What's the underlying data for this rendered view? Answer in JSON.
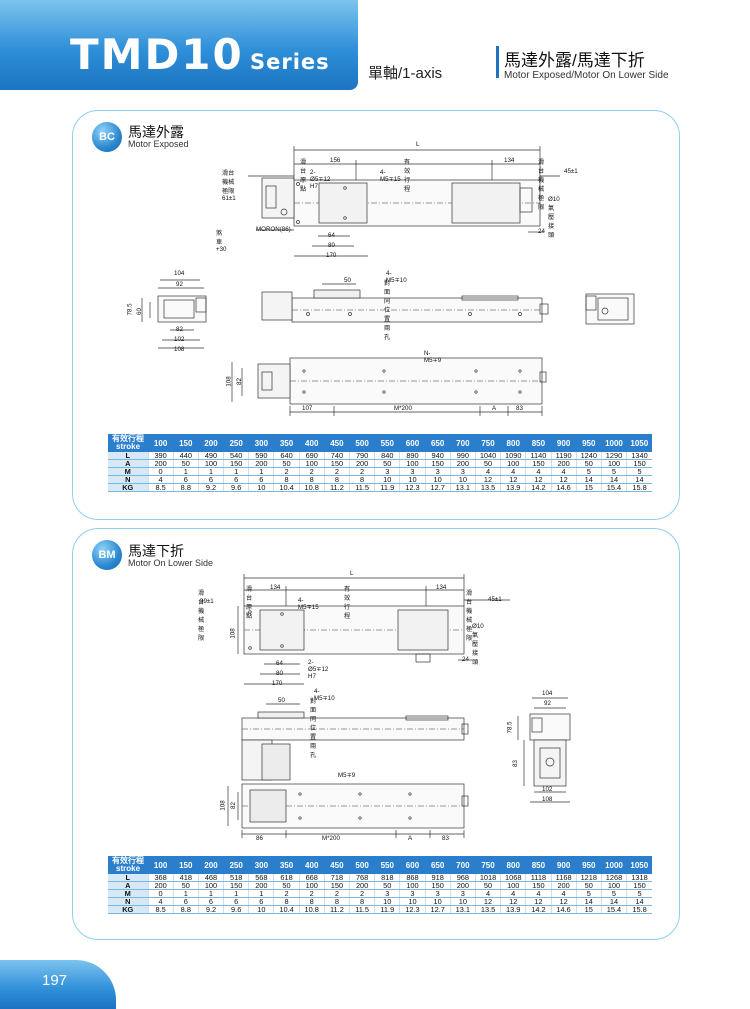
{
  "header": {
    "model": "TMD10",
    "series": "Series",
    "axis": "單軸/1-axis",
    "title_cn": "馬達外露/馬達下折",
    "title_en": "Motor Exposed/Motor On Lower Side"
  },
  "colors": {
    "accent": "#1c74c2",
    "light_accent": "#8fd0ee",
    "label_bg": "#d7e9f6"
  },
  "section_bc": {
    "badge": "BC",
    "title_cn": "馬達外露",
    "title_en": "Motor Exposed",
    "dims": {
      "limit_left": "滑台機械極限61±1",
      "origin": "滑台原點",
      "origin_val": "156",
      "stroke": "有效行程",
      "right_val": "134",
      "limit_right": "滑台機械極限",
      "limit_right_val": "45±1",
      "L": "L",
      "dowel": "2-Ø5∓12 H7",
      "tap_top": "4-M5∓15",
      "air_port": "Ø10氣壓接頭",
      "brake": "煞車+30",
      "moron": "MORON(86)",
      "d64": "64",
      "d80": "80",
      "d170": "170",
      "d24": "24",
      "d104": "104",
      "d92": "92",
      "d785": "78.5",
      "d60": "60",
      "d82": "82",
      "d102": "102",
      "d108": "108",
      "d50": "50",
      "tap_side": "4-M5∓10",
      "tap_side_note": "對面同位置兩孔",
      "nm": "N-M5∓9",
      "d108v": "108",
      "d82v": "82",
      "d107": "107",
      "m200": "M*200",
      "a": "A",
      "d83": "83"
    },
    "table": {
      "head_cn": "有效行程",
      "head_en": "stroke",
      "strokes": [
        "100",
        "150",
        "200",
        "250",
        "300",
        "350",
        "400",
        "450",
        "500",
        "550",
        "600",
        "650",
        "700",
        "750",
        "800",
        "850",
        "900",
        "950",
        "1000",
        "1050"
      ],
      "rows": [
        {
          "label": "L",
          "values": [
            "390",
            "440",
            "490",
            "540",
            "590",
            "640",
            "690",
            "740",
            "790",
            "840",
            "890",
            "940",
            "990",
            "1040",
            "1090",
            "1140",
            "1190",
            "1240",
            "1290",
            "1340"
          ]
        },
        {
          "label": "A",
          "values": [
            "200",
            "50",
            "100",
            "150",
            "200",
            "50",
            "100",
            "150",
            "200",
            "50",
            "100",
            "150",
            "200",
            "50",
            "100",
            "150",
            "200",
            "50",
            "100",
            "150"
          ]
        },
        {
          "label": "M",
          "values": [
            "0",
            "1",
            "1",
            "1",
            "1",
            "2",
            "2",
            "2",
            "2",
            "3",
            "3",
            "3",
            "3",
            "4",
            "4",
            "4",
            "4",
            "5",
            "5",
            "5"
          ]
        },
        {
          "label": "N",
          "values": [
            "4",
            "6",
            "6",
            "6",
            "6",
            "8",
            "8",
            "8",
            "8",
            "10",
            "10",
            "10",
            "10",
            "12",
            "12",
            "12",
            "12",
            "14",
            "14",
            "14"
          ]
        },
        {
          "label": "KG",
          "values": [
            "8.5",
            "8.8",
            "9.2",
            "9.6",
            "10",
            "10.4",
            "10.8",
            "11.2",
            "11.5",
            "11.9",
            "12.3",
            "12.7",
            "13.1",
            "13.5",
            "13.9",
            "14.2",
            "14.6",
            "15",
            "15.4",
            "15.8"
          ]
        }
      ]
    }
  },
  "section_bm": {
    "badge": "BM",
    "title_cn": "馬達下折",
    "title_en": "Motor On Lower Side",
    "dims": {
      "L": "L",
      "limit_left": "滑台機械極限",
      "limit_left_val": "39±1",
      "origin": "滑台原點",
      "origin_val": "134",
      "stroke": "有效行程",
      "right_val": "134",
      "limit_right": "滑台機械極限",
      "limit_right_val": "45±1",
      "tap_top": "4-M5∓15",
      "air_port": "Ø10氣壓接頭",
      "d108": "108",
      "d64": "64",
      "dowel": "2-Ø5∓12 H7",
      "d80": "80",
      "d170": "170",
      "d24": "24",
      "tap_side": "4-M5∓10",
      "tap_side_note": "對面同位置兩孔",
      "d50": "50",
      "m5": "M5∓9",
      "d108v": "108",
      "d82v": "82",
      "d86": "86",
      "m200": "M*200",
      "a": "A",
      "d83": "83",
      "d104": "104",
      "d92": "92",
      "d785": "78.5",
      "d83b": "83",
      "d102": "102",
      "d108b": "108"
    },
    "table": {
      "head_cn": "有效行程",
      "head_en": "stroke",
      "strokes": [
        "100",
        "150",
        "200",
        "250",
        "300",
        "350",
        "400",
        "450",
        "500",
        "550",
        "600",
        "650",
        "700",
        "750",
        "800",
        "850",
        "900",
        "950",
        "1000",
        "1050"
      ],
      "rows": [
        {
          "label": "L",
          "values": [
            "368",
            "418",
            "468",
            "518",
            "568",
            "618",
            "668",
            "718",
            "768",
            "818",
            "868",
            "918",
            "968",
            "1018",
            "1068",
            "1118",
            "1168",
            "1218",
            "1268",
            "1318"
          ]
        },
        {
          "label": "A",
          "values": [
            "200",
            "50",
            "100",
            "150",
            "200",
            "50",
            "100",
            "150",
            "200",
            "50",
            "100",
            "150",
            "200",
            "50",
            "100",
            "150",
            "200",
            "50",
            "100",
            "150"
          ]
        },
        {
          "label": "M",
          "values": [
            "0",
            "1",
            "1",
            "1",
            "1",
            "2",
            "2",
            "2",
            "2",
            "3",
            "3",
            "3",
            "3",
            "4",
            "4",
            "4",
            "4",
            "5",
            "5",
            "5"
          ]
        },
        {
          "label": "N",
          "values": [
            "4",
            "6",
            "6",
            "6",
            "6",
            "8",
            "8",
            "8",
            "8",
            "10",
            "10",
            "10",
            "10",
            "12",
            "12",
            "12",
            "12",
            "14",
            "14",
            "14"
          ]
        },
        {
          "label": "KG",
          "values": [
            "8.5",
            "8.8",
            "9.2",
            "9.6",
            "10",
            "10.4",
            "10.8",
            "11.2",
            "11.5",
            "11.9",
            "12.3",
            "12.7",
            "13.1",
            "13.5",
            "13.9",
            "14.2",
            "14.6",
            "15",
            "15.4",
            "15.8"
          ]
        }
      ]
    }
  },
  "footer": {
    "page_number": "197"
  }
}
